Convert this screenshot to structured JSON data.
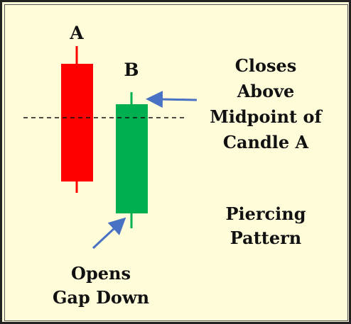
{
  "colors": {
    "background": "#fffcda",
    "bearish_candle": "#ff0000",
    "bullish_candle": "#00b050",
    "arrow": "#4a72c4",
    "dashed_line": "#111111"
  },
  "candle_a": {
    "label": "A",
    "color": "bearish",
    "direction": "down"
  },
  "candle_b": {
    "label": "B",
    "color": "bullish",
    "direction": "up"
  },
  "annotations": {
    "closes_above": [
      "Closes",
      "Above",
      "Midpoint of",
      "Candle A"
    ],
    "pattern_name": [
      "Piercing",
      "Pattern"
    ],
    "opens_gap": [
      "Opens",
      "Gap Down"
    ]
  },
  "icons": {
    "close_arrow": "arrow-left-icon",
    "open_arrow": "arrow-up-right-icon"
  }
}
